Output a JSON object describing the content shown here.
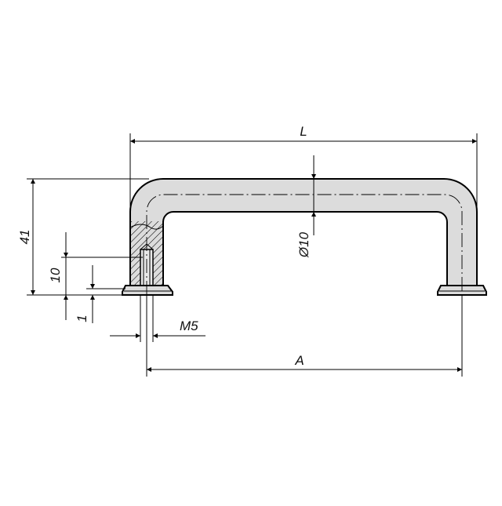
{
  "drawing": {
    "colors": {
      "body_fill": "#dcdcdc",
      "line": "#000000",
      "paper": "#ffffff"
    },
    "dimensions": {
      "length_label": "L",
      "height_label": "41",
      "thread_depth_label": "10",
      "flange_label": "1",
      "diameter_label": "Ø10",
      "thread_label": "M5",
      "center_distance_label": "A"
    }
  }
}
